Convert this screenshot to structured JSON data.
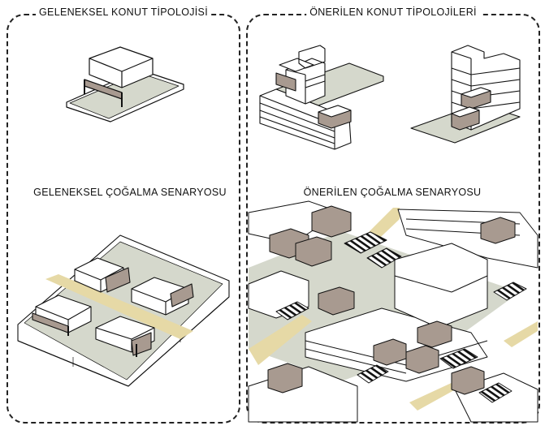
{
  "panels": {
    "left": {
      "title": "GELENEKSEL KONUT TİPOLOJİSİ",
      "subtitle": "GELENEKSEL ÇOĞALMA SENARYOSU"
    },
    "right": {
      "title": "ÖNERİLEN KONUT TİPOLOJİLERİ",
      "subtitle": "ÖNERİLEN ÇOĞALMA SENARYOSU"
    }
  },
  "colors": {
    "ground": "#d5d8cc",
    "road": "#e6d9a6",
    "balcony": "#a89a90",
    "outline": "#111111",
    "wall": "#ffffff"
  }
}
